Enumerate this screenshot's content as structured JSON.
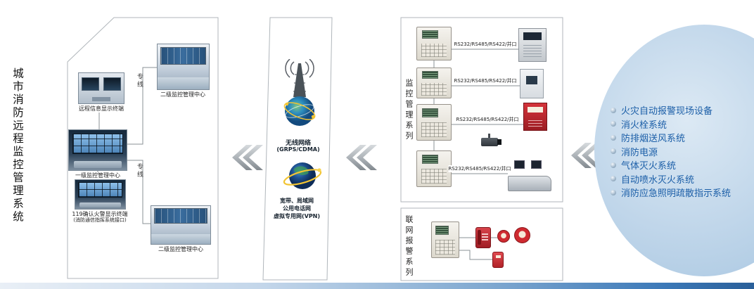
{
  "title": "城市消防远程监控管理系统",
  "center_side": {
    "remote_terminal_caption": "远程信息显示终端",
    "level1_caption": "一级监控管理中心",
    "terminal119_caption_line1": "119确认火警显示终端",
    "terminal119_caption_line2": "(消防通信指挥系统接口)",
    "level2_top_caption": "二级监控管理中心",
    "level2_bottom_caption": "二级监控管理中心",
    "dedicated_line_top": "专线",
    "dedicated_line_bottom": "专线"
  },
  "network_column": {
    "wireless_title": "无线网络",
    "wireless_subtitle": "(GRPS/CDMA)",
    "wired_line1": "宽带、局域网",
    "wired_line2": "公用电话网",
    "wired_line3": "虚拟专用网(VPN)"
  },
  "monitoring_panel": {
    "side_label": "监控管理系列",
    "links": [
      "RS232/RS485/RS422/并口",
      "RS232/RS485/RS422/并口",
      "RS232/RS485/RS422/并口",
      "RS232/RS485/RS422/并口"
    ]
  },
  "alarm_panel": {
    "side_label": "联网报警系列"
  },
  "site_systems": {
    "items": [
      "火灾自动报警现场设备",
      "消火栓系统",
      "防排烟送风系统",
      "消防电源",
      "气体灭火系统",
      "自动喷水灭火系统",
      "消防应急照明疏散指示系统"
    ]
  },
  "colors": {
    "list_text": "#1c5fa8",
    "ellipse_fill": "#bdd4e9",
    "bottom_bar_blue": "#2e6cab"
  }
}
